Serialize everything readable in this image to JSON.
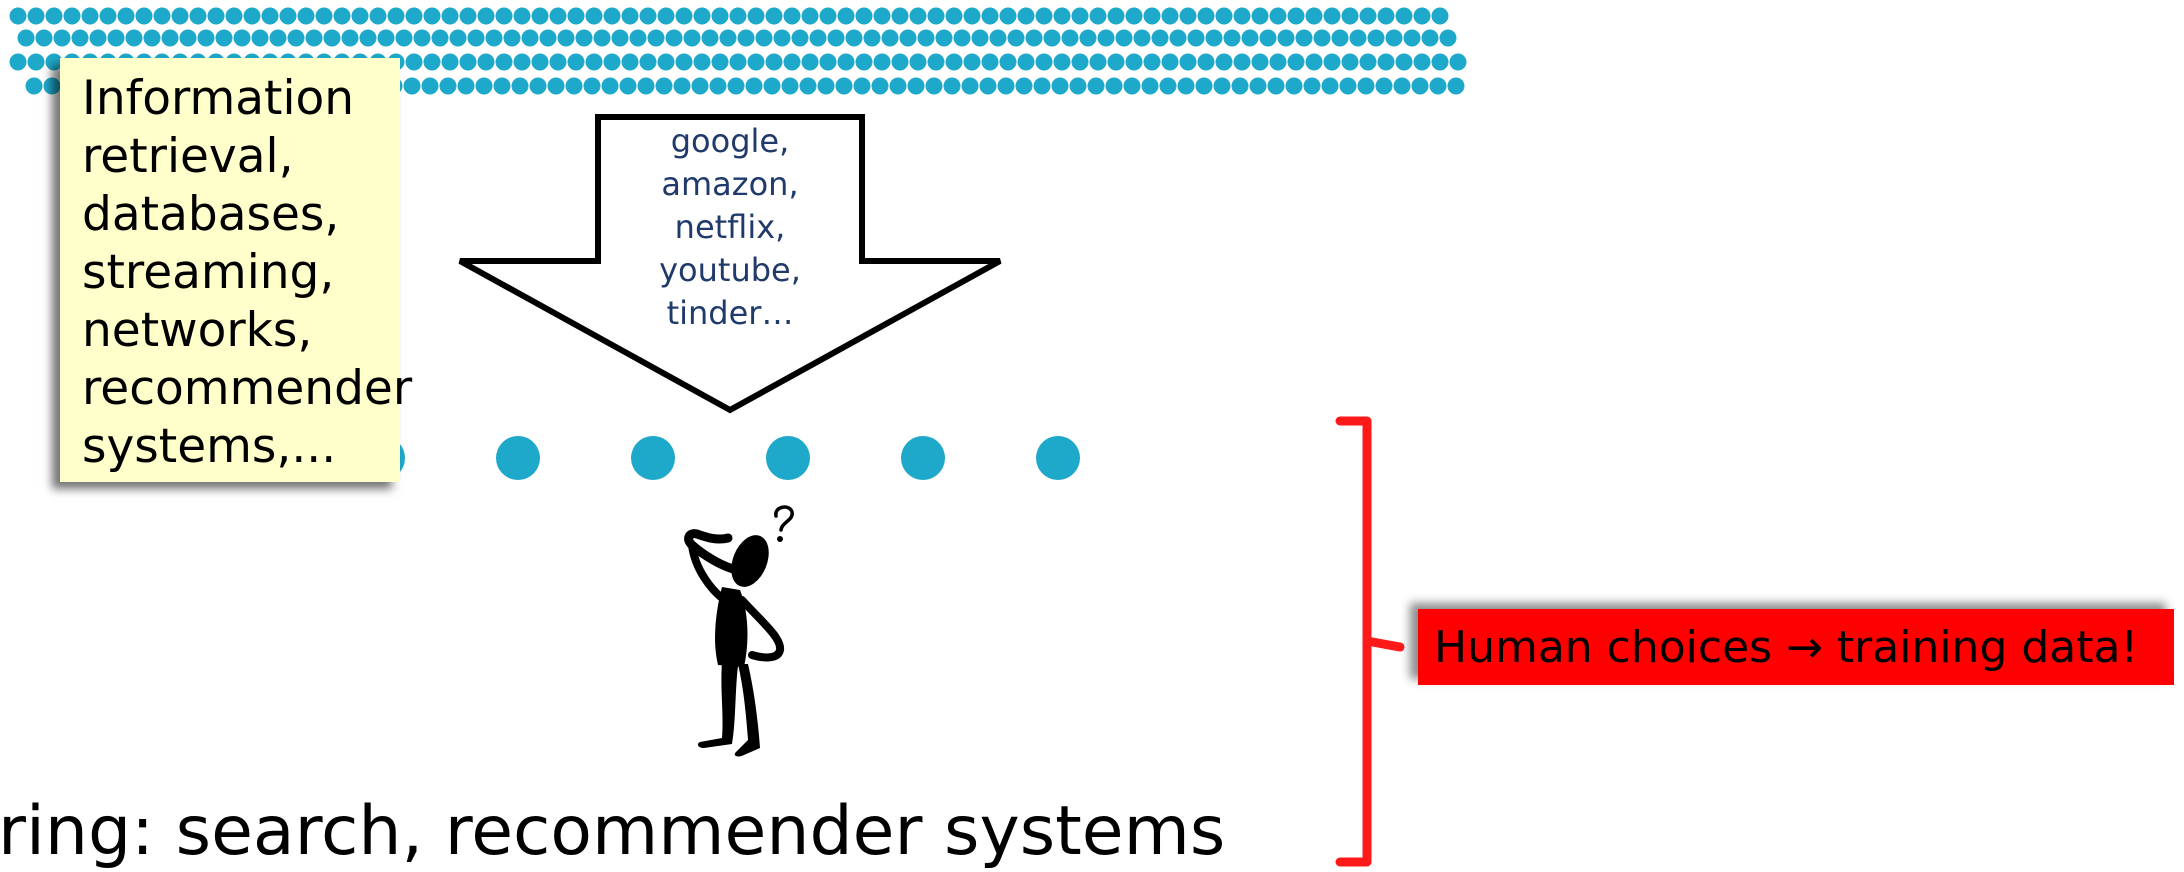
{
  "note": {
    "text": "Information\nretrieval,\ndatabases,\nstreaming,\nnetworks,\nrecommender\nsystems,..."
  },
  "arrow": {
    "text": "google,\namazon,\nnetflix,\nyoutube,\ntinder…"
  },
  "caption": {
    "text": "ring: search, recommender systems"
  },
  "label": {
    "text": "Human choices →  training data!"
  },
  "colors": {
    "dots": "#1ea8c9",
    "note_background": "#ffffcc",
    "arrow_text": "#1f3a6b",
    "bracket": "#ff1a1a",
    "label_background": "#ff0000"
  },
  "icons": {
    "person": "thinking-person-icon",
    "question_mark": "question-mark-icon"
  }
}
